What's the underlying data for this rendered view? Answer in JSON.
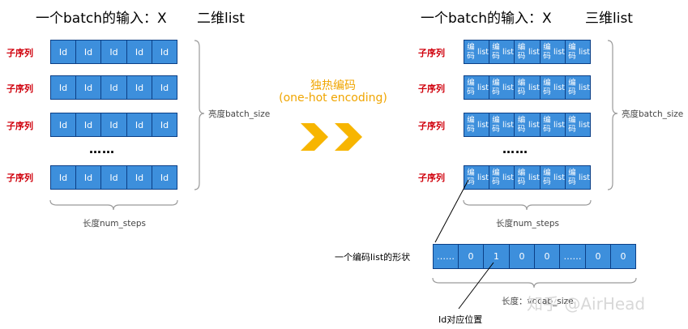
{
  "left": {
    "title": "一个batch的输入：X",
    "subtitle": "二维list",
    "row_label": "子序列",
    "cell_text": "Id",
    "ellipsis": "……",
    "height_label": "亮度batch_size",
    "width_label": "长度num_steps"
  },
  "middle": {
    "line1": "独热编码",
    "line2": "(one-hot encoding)"
  },
  "right": {
    "title": "一个batch的输入：X",
    "subtitle": "三维list",
    "row_label": "子序列",
    "cell_line1": "编码",
    "cell_line2": "list",
    "ellipsis": "……",
    "height_label": "亮度batch_size",
    "width_label": "长度num_steps"
  },
  "onehot": {
    "shape_label": "一个编码list的形状",
    "cells": [
      "……",
      "0",
      "1",
      "0",
      "0",
      "……",
      "0",
      "0"
    ],
    "length_label": "长度：vocab_size",
    "position_label": "Id对应位置"
  },
  "watermark": "知乎 @AirHead",
  "colors": {
    "cell_fill": "#3d8fdc",
    "cell_border": "#0c3f86",
    "row_label": "#d0000c",
    "arrow": "#f7b500",
    "onehot_title": "#f0a500"
  }
}
